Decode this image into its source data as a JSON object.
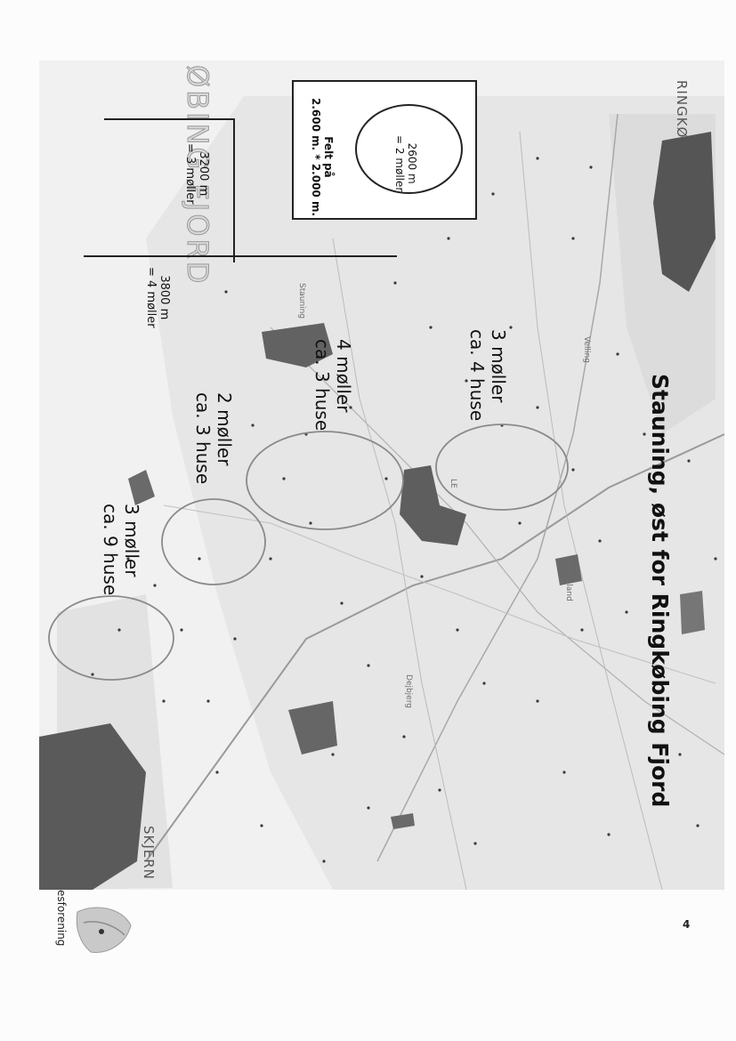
{
  "map": {
    "title": "Stauning, øst for Ringkøbing Fjord",
    "towns": {
      "ringkobing": "RINGKØBING",
      "skjern": "SKJERN"
    },
    "water_label": "ØBING FJORD",
    "areas": [
      {
        "id": "area-1",
        "label_line1": "3 møller",
        "label_line2": "ca. 4 huse"
      },
      {
        "id": "area-2",
        "label_line1": "4 møller",
        "label_line2": "ca. 3 huse"
      },
      {
        "id": "area-3",
        "label_line1": "2 møller",
        "label_line2": "ca. 3 huse"
      },
      {
        "id": "area-4",
        "label_line1": "3 møller",
        "label_line2": "ca. 9 huse"
      }
    ],
    "place_names": {
      "stauning": "Stauning",
      "velling": "Velling",
      "holmsland": "Holmsland",
      "dejbjerg": "Dejbjerg",
      "lem": "LE"
    },
    "colors": {
      "map_background": "#f1f1f1",
      "settlement": "#555555",
      "ellipse_outline": "#8a8a8a",
      "road": "#9a9a9a"
    }
  },
  "legend": {
    "field_label_line1": "Felt på",
    "field_label_line2": "2.600 m. * 2.000 m.",
    "oval_label_line1": "2600 m",
    "oval_label_line2": "= 2 møller"
  },
  "scale": {
    "bar1_line1": "3200 m",
    "bar1_line2": "= 3 møller",
    "bar2_line1": "3800 m",
    "bar2_line2": "= 4 møller"
  },
  "footer": {
    "page_number": "4",
    "org_name": "esforening",
    "logo_icon": "leaf-logo-icon"
  }
}
